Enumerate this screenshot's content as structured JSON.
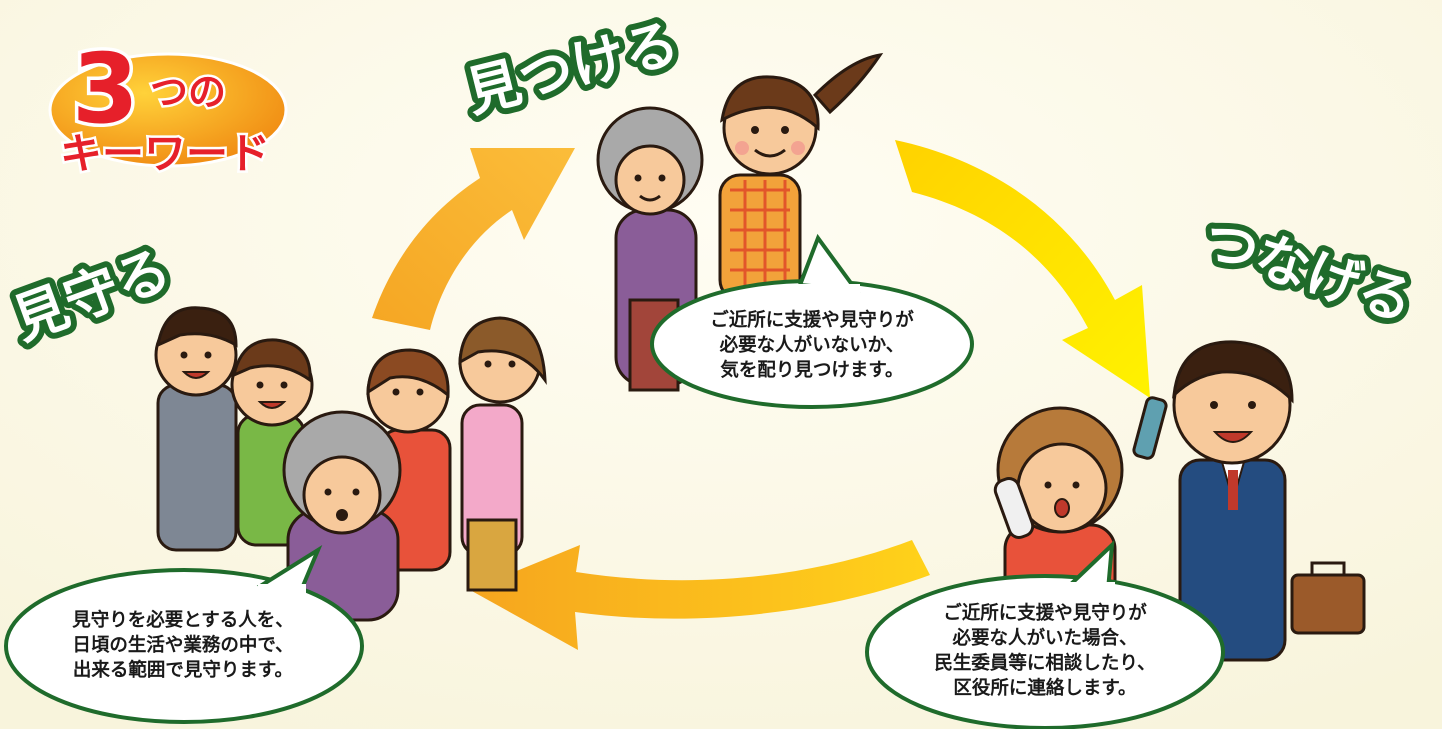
{
  "badge": {
    "number": "3",
    "line1": "つの",
    "line2": "キーワード"
  },
  "keywords": {
    "mitsukeru": "見つける",
    "tsunageru": "つなげる",
    "mimamoru": "見守る"
  },
  "bubbles": {
    "mitsukeru": "ご近所に支援や見守りが\n必要な人がいないか、\n気を配り見つけます。",
    "tsunageru": "ご近所に支援や見守りが\n必要な人がいた場合、\n民生委員等に相談したり、\n区役所に連絡します。",
    "mimamoru": "見守りを必要とする人を、\n日頃の生活や業務の中で、\n出来る範囲で見守ります。"
  },
  "colors": {
    "keyword_outline": "#1f6b2b",
    "arrow_orange": "#f7ad2c",
    "arrow_yellow": "#ffe600",
    "badge_red": "#e6202a",
    "badge_oval": "#f49a1e",
    "bubble_border": "#1f6b2b"
  }
}
